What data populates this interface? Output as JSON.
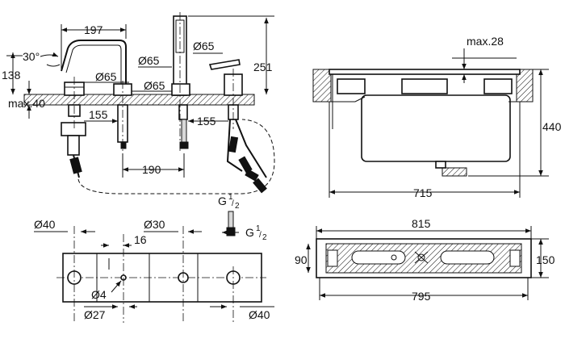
{
  "dimensions": {
    "faucet_reach": "197",
    "angle": "30°",
    "height_138": "138",
    "height_251": "251",
    "max_40": "max.40",
    "dia_65_a": "Ø65",
    "dia_65_b": "Ø65",
    "dia_65_c": "Ø65",
    "dia_65_d": "Ø65",
    "hose_155_a": "155",
    "hose_155_b": "155",
    "spacing_190": "190",
    "thread_top_a": "G",
    "thread_top_b": "1",
    "thread_top_c": "2",
    "thread_bottom_a": "G",
    "thread_bottom_b": "1",
    "thread_bottom_c": "2",
    "max_28": "max.28",
    "height_440": "440",
    "width_715": "715",
    "dia_40_left": "Ø40",
    "dia_30": "Ø30",
    "dim_16": "16",
    "dia_4": "Ø4",
    "dia_27": "Ø27",
    "dia_40_right": "Ø40",
    "width_815": "815",
    "height_90": "90",
    "height_150": "150",
    "width_795": "795"
  },
  "colors": {
    "line": "#111111",
    "fill": "#ffffff",
    "shade": "#d8d8d8"
  }
}
